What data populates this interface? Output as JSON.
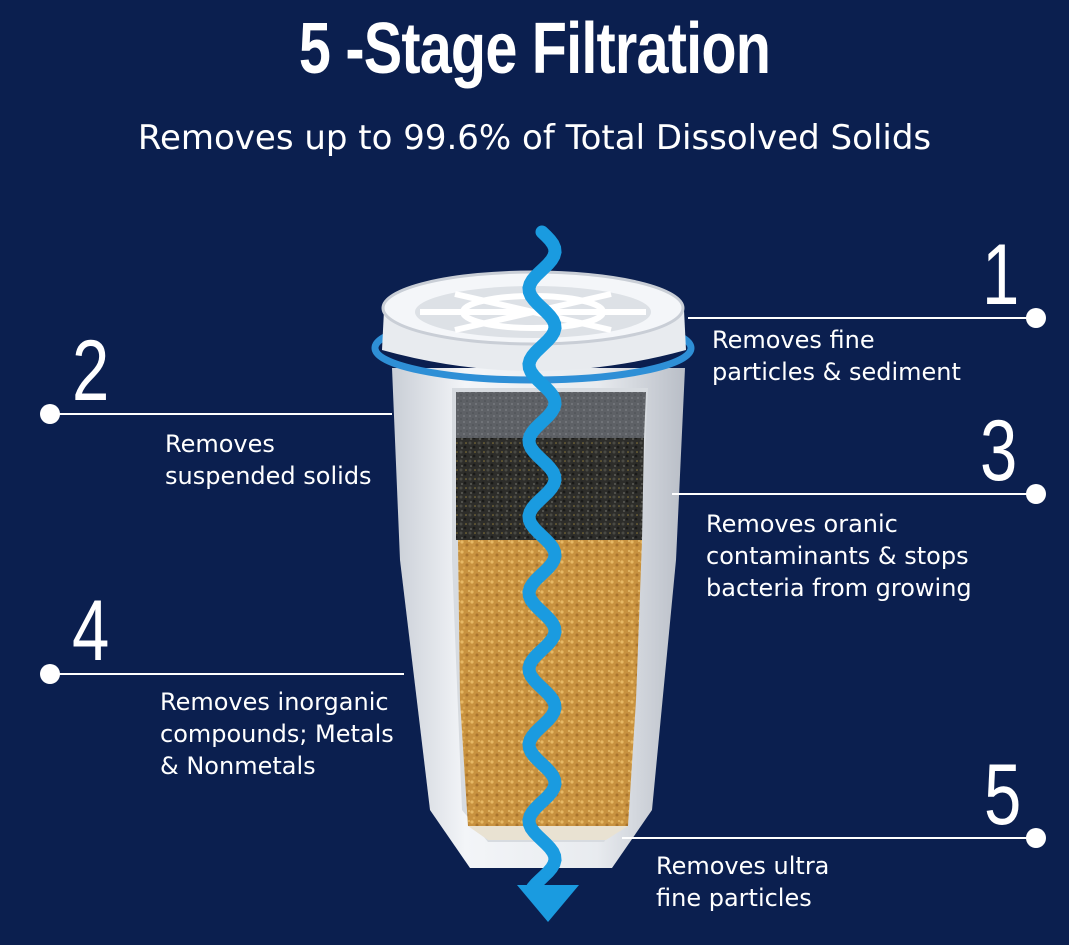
{
  "header": {
    "title": "5 -Stage Filtration",
    "subtitle": "Removes up to 99.6% of Total Dissolved Solids"
  },
  "stages": [
    {
      "number": "1",
      "description": "Removes fine\nparticles & sediment"
    },
    {
      "number": "2",
      "description": "Removes\nsuspended solids"
    },
    {
      "number": "3",
      "description": "Removes oranic\ncontaminants & stops\nbacteria from growing"
    },
    {
      "number": "4",
      "description": "Removes inorganic\ncompounds; Metals\n& Nonmetals"
    },
    {
      "number": "5",
      "description": "Removes ultra\nfine particles"
    }
  ],
  "colors": {
    "background": "#0b1f4f",
    "text": "#ffffff",
    "flow_arrow": "#1a9be0",
    "filter_shell": "#e6e9ee",
    "filter_ring": "#2e8fd6"
  }
}
